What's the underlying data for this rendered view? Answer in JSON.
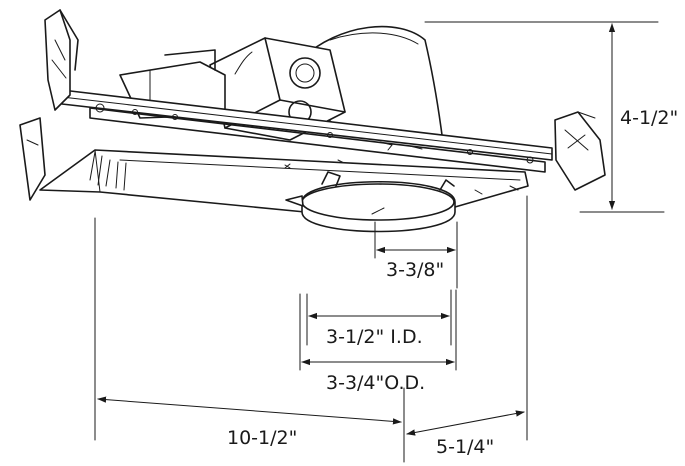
{
  "dimensions": {
    "height": "4-1/2\"",
    "aperture_cutout": "3-3/8\"",
    "inner_diameter": "3-1/2\" I.D.",
    "outer_diameter": "3-3/4\"O.D.",
    "length": "10-1/2\"",
    "width": "5-1/4\""
  },
  "colors": {
    "line": "#1a1a1a",
    "background": "#ffffff"
  }
}
